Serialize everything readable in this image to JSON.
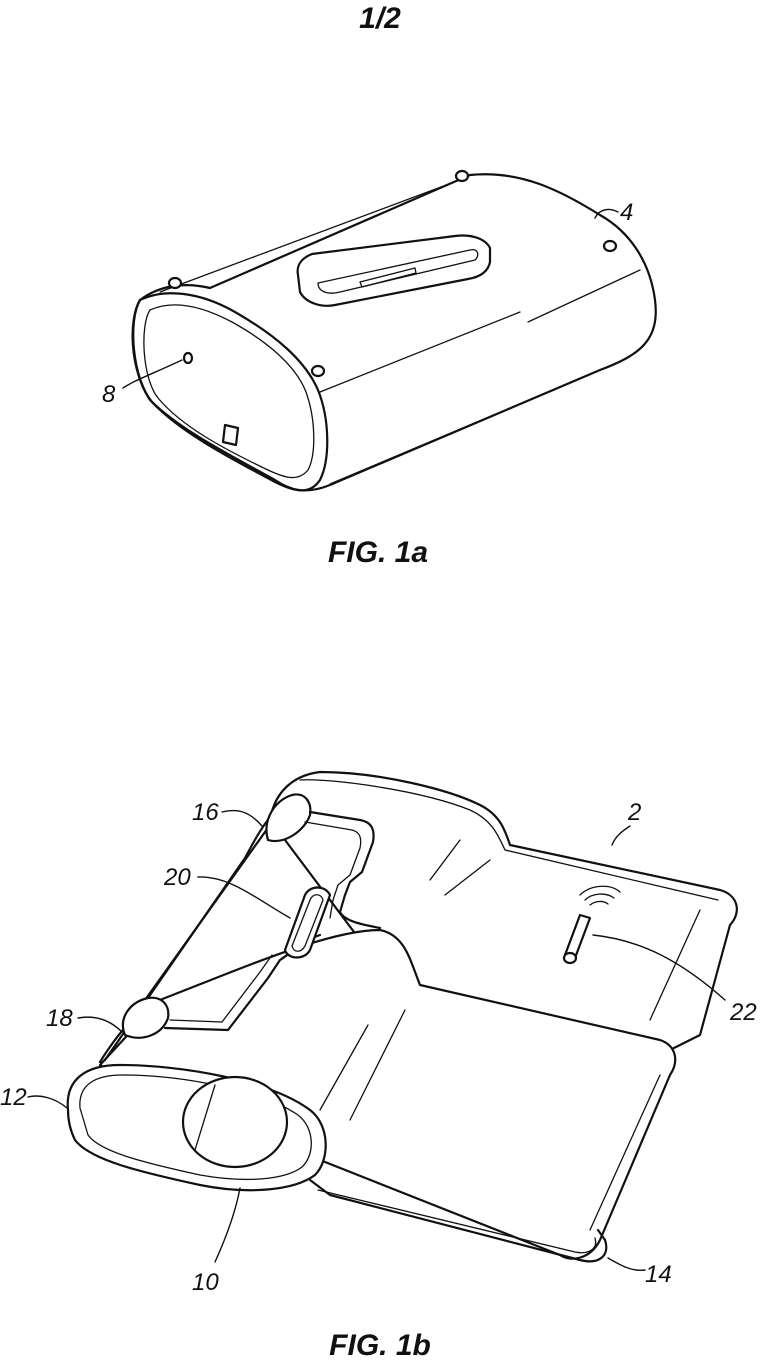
{
  "sheet_label": "1/2",
  "figures": [
    {
      "caption": "FIG. 1a",
      "labels": [
        "4",
        "8"
      ]
    },
    {
      "caption": "FIG. 1b",
      "labels": [
        "2",
        "10",
        "12",
        "14",
        "16",
        "18",
        "20",
        "22"
      ]
    }
  ]
}
